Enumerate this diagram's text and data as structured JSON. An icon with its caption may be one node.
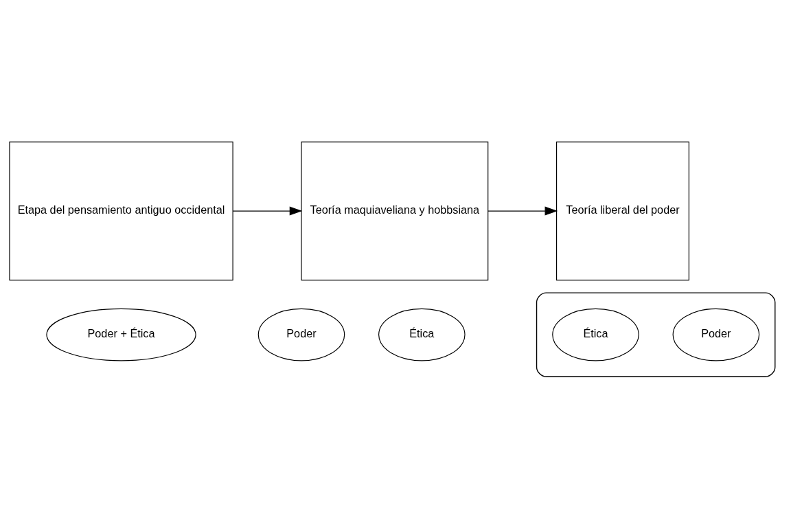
{
  "diagram": {
    "nodes": [
      {
        "text": [
          "Etapa del pensamiento antiguo occidental"
        ]
      },
      {
        "text": [
          "Teoría maquiaveliana y hobbsiana"
        ]
      },
      {
        "text": [
          "Teoría liberal del poder"
        ]
      },
      {
        "text": [
          "Poder + Ética"
        ]
      },
      {
        "text": [
          "Poder"
        ]
      },
      {
        "text": [
          "Ética"
        ]
      },
      {
        "text": [],
        "shape": "ellipse"
      },
      {
        "text": [
          "Poder"
        ],
        "in": 6
      },
      {
        "text": [
          "Ética"
        ],
        "in": 6
      }
    ],
    "edges": [
      {
        "from": 0,
        "to": 1,
        "arrow": "to"
      },
      {
        "from": 1,
        "to": 2,
        "arrow": "to"
      }
    ]
  }
}
